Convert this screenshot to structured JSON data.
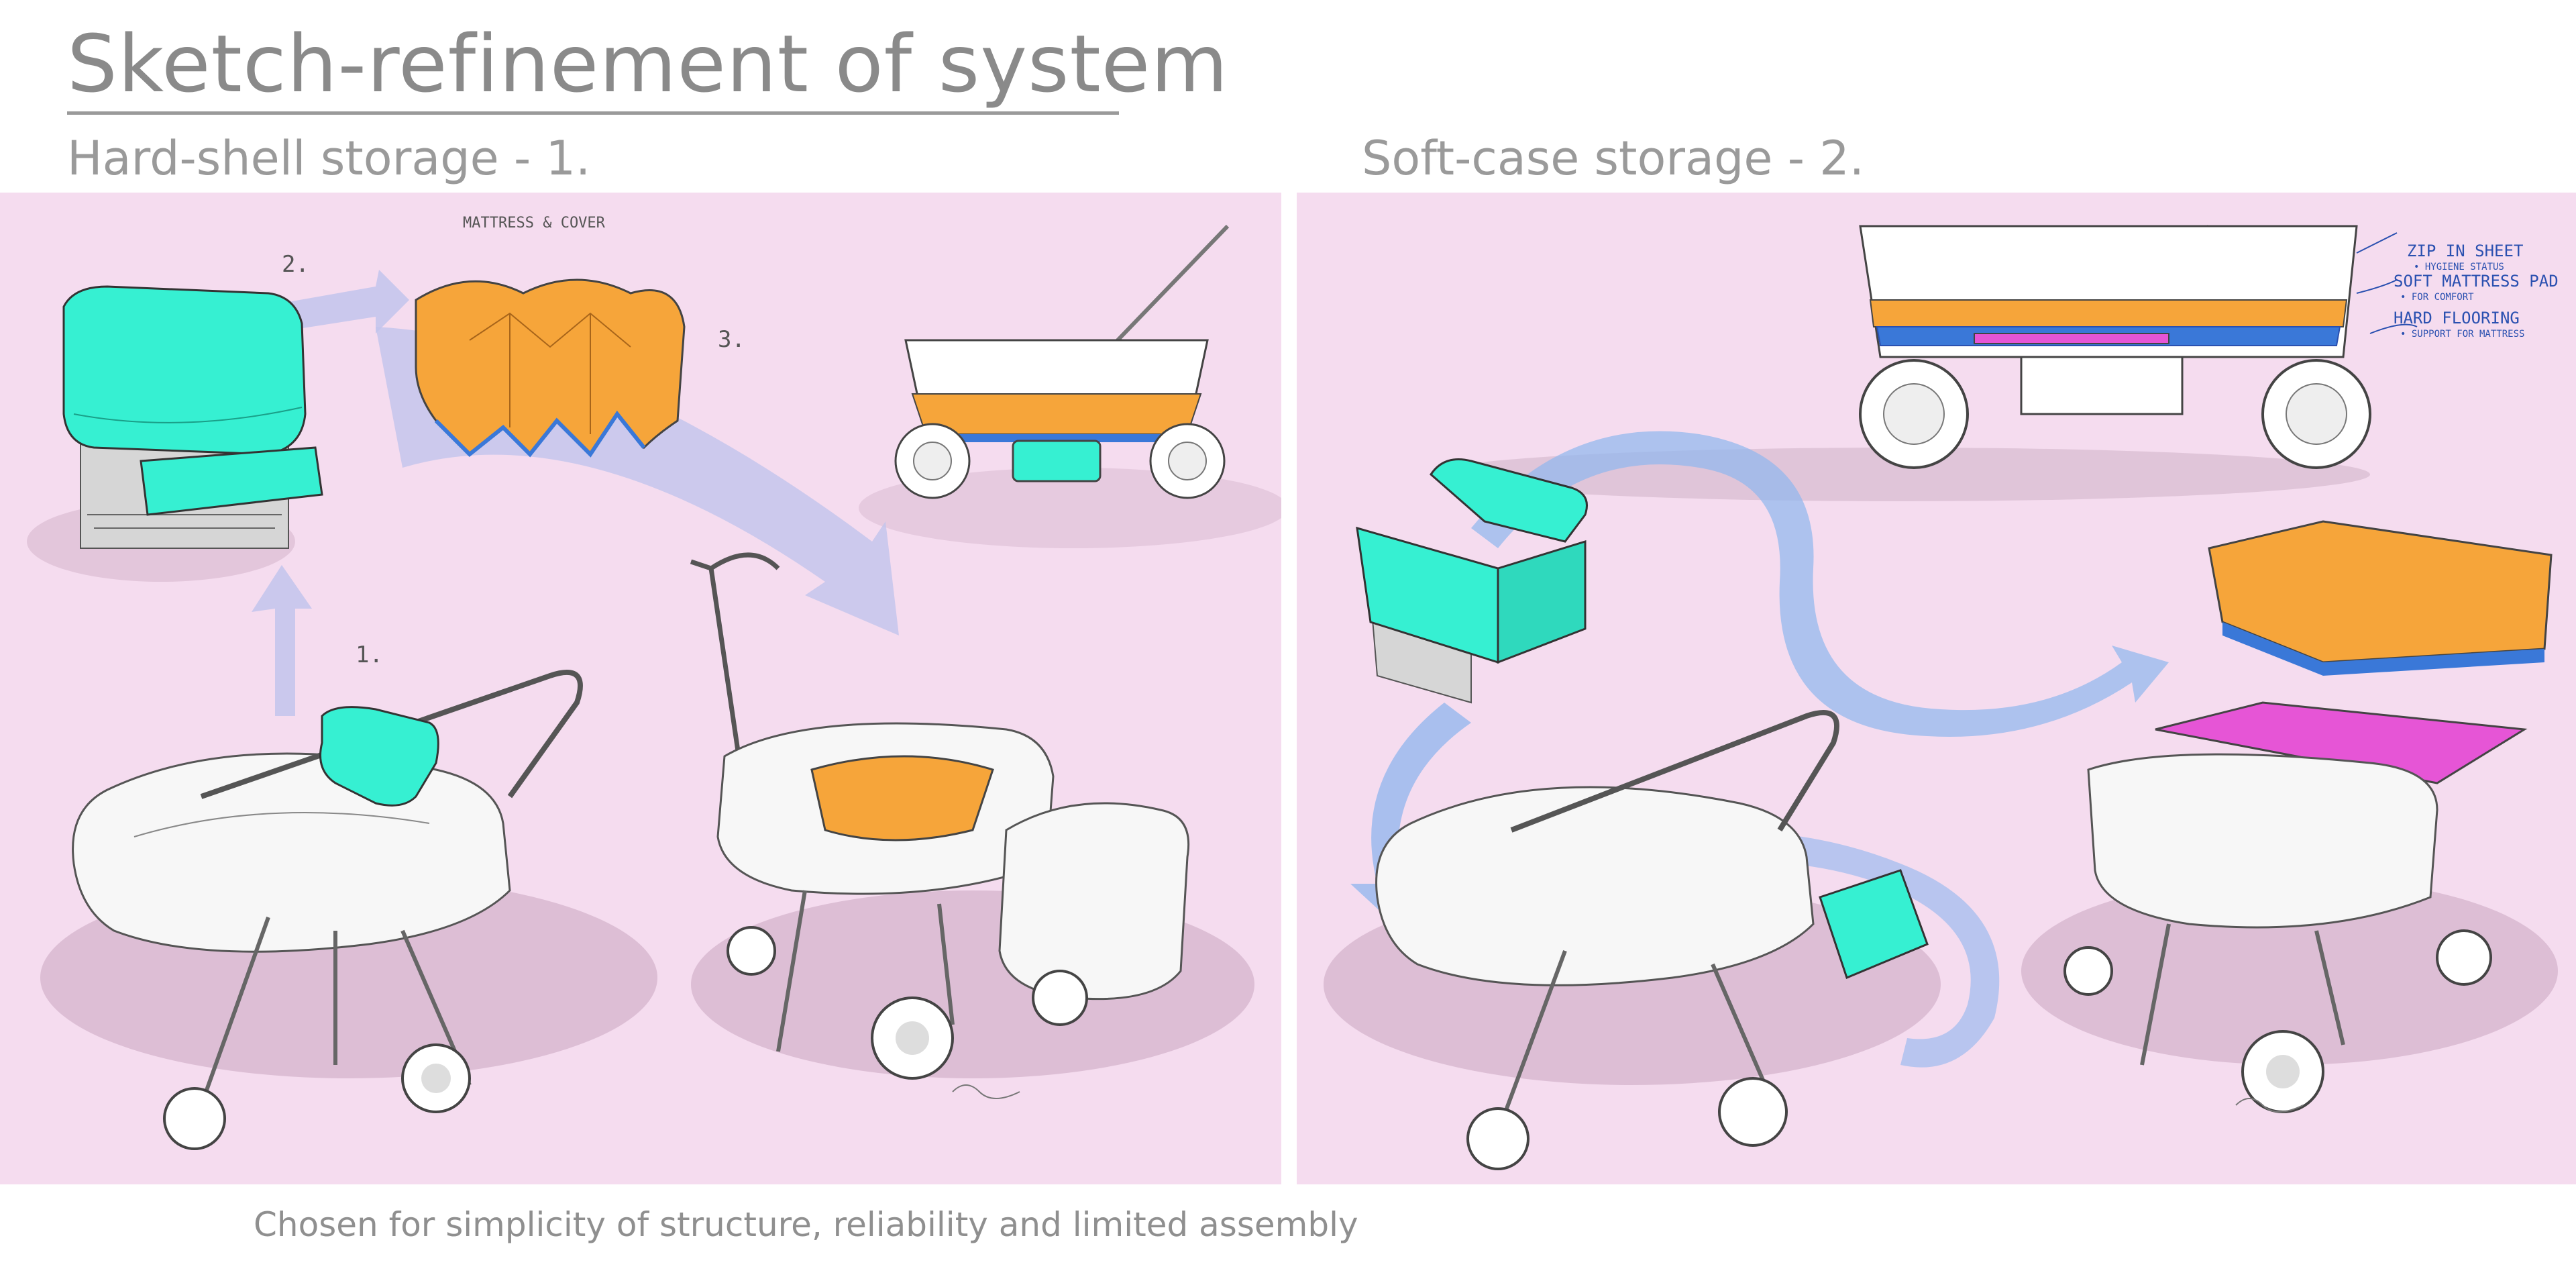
{
  "title": "Sketch-refinement of system",
  "subtitles": {
    "left": "Hard-shell storage - 1.",
    "right": "Soft-case storage - 2."
  },
  "caption": "Chosen for simplicity of structure, reliability and limited assembly",
  "left_annotations": {
    "mattress_note": "MATTRESS & COVER",
    "step1": "1.",
    "step2": "2.",
    "step3": "3."
  },
  "right_annotations": {
    "note1": "ZIP IN SHEET",
    "note1_sub": "• HYGIENE STATUS",
    "note2": "SOFT MATTRESS PAD",
    "note2_sub": "• FOR COMFORT",
    "note3": "HARD FLOORING",
    "note3_sub": "• SUPPORT FOR MATTRESS"
  },
  "colors": {
    "panel_bg": "#f5dcef",
    "teal": "#36f0d2",
    "orange": "#f6a53a",
    "magenta": "#e655d6",
    "arrow_lavender": "#c2c4ec",
    "arrow_blue": "#8fb6ee",
    "floor_blue": "#3a78d8"
  }
}
